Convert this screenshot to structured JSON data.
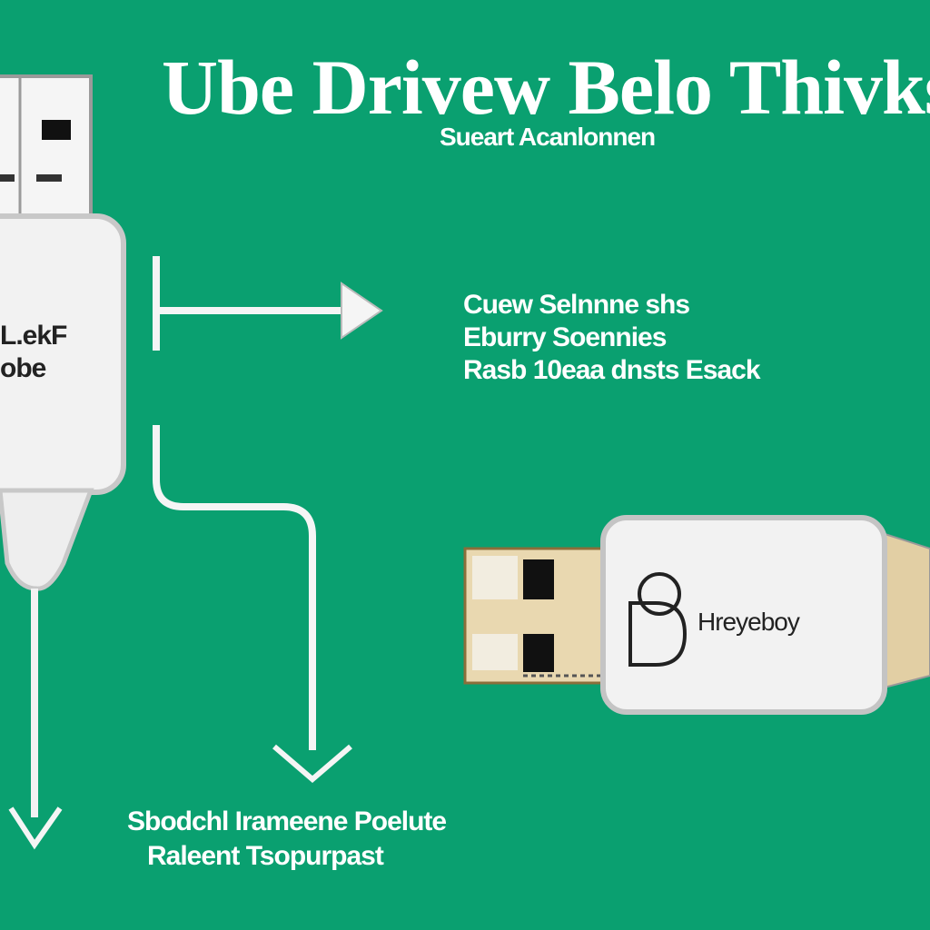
{
  "title": "Ube Drivew Belo Thivks",
  "subtitle": "Sueart Acanlonnen",
  "callout": {
    "line1": "Cuew Selnnne shs",
    "line2": "Eburry Soennies",
    "line3": "Rasb 10eaa dnsts Esack"
  },
  "left_plug": {
    "label_line1": "L.ekF",
    "label_line2": "obe"
  },
  "right_drive": {
    "label": "Hreyeboy"
  },
  "footer": {
    "line1": "Sbodchl Irameene Poelute",
    "line2": "Raleent Tsopurpast"
  },
  "colors": {
    "background": "#0aa070",
    "plug_body": "#f2f2f2",
    "plug_outline": "#c8c8c8",
    "connector_tan": "#e9d8b0",
    "arrow": "#ffffff"
  },
  "icons": [
    "usb-cable-plug-icon",
    "usb-flash-drive-icon",
    "arrow-right-icon",
    "arrow-down-icon"
  ]
}
